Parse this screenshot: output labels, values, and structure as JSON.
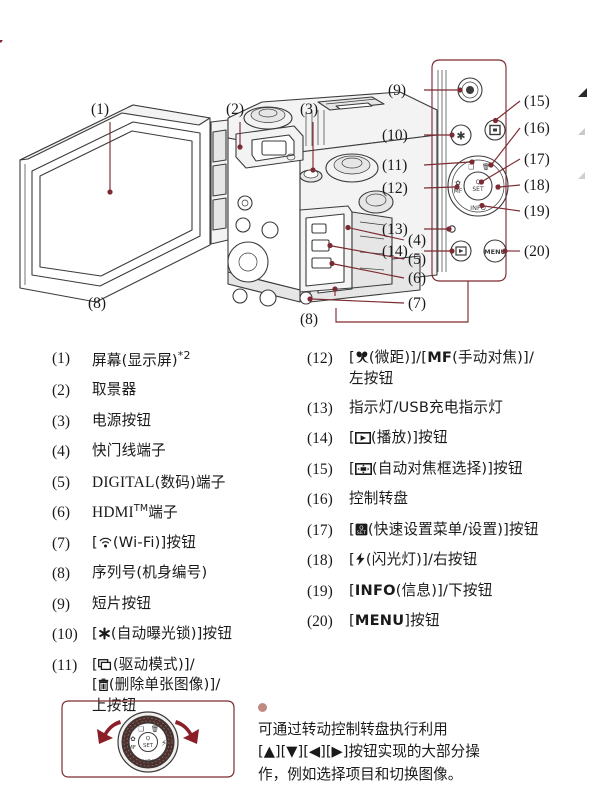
{
  "diagram": {
    "title": "camera-rear-and-side-view",
    "callout_numbers": [
      "(1)",
      "(2)",
      "(3)",
      "(4)",
      "(5)",
      "(6)",
      "(7)",
      "(8)",
      "(9)",
      "(10)",
      "(11)",
      "(12)",
      "(13)",
      "(14)",
      "(15)",
      "(16)",
      "(17)",
      "(18)",
      "(19)",
      "(20)"
    ],
    "colors": {
      "leader_line": "#7d2b32",
      "outline": "#3b3b3b",
      "dial_dark": "#4a2f2c",
      "accent_rose": "#c08a82",
      "arrow_red": "#8a1f28"
    }
  },
  "legend": {
    "left": [
      {
        "num": "(1)",
        "text": "屏幕(显示屏)",
        "sup": "*2"
      },
      {
        "num": "(2)",
        "text": "取景器"
      },
      {
        "num": "(3)",
        "text": "电源按钮"
      },
      {
        "num": "(4)",
        "text": "快门线端子"
      },
      {
        "num": "(5)",
        "text": "DIGITAL(数码)端子",
        "roman_prefix": "DIGITAL",
        "tail": "(数码)端子"
      },
      {
        "num": "(6)",
        "text": "HDMI™端子",
        "roman_prefix": "HDMI",
        "tm": "TM",
        "tail": "端子"
      },
      {
        "num": "(7)",
        "text": "[(Wi-Fi)]按钮",
        "icon": "wifi-icon",
        "tail": "(Wi-Fi)]按钮"
      },
      {
        "num": "(8)",
        "text": "序列号(机身编号)"
      },
      {
        "num": "(9)",
        "text": "短片按钮"
      },
      {
        "num": "(10)",
        "text": "[(自动曝光锁)]按钮",
        "icon": "ae-lock-asterisk-icon",
        "tail": "(自动曝光锁)]按钮"
      },
      {
        "num": "(11)",
        "text": "[(驱动模式)]/[(删除单张图像)]/上按钮",
        "icon": "drive-mode-icon",
        "line1_tail": "(驱动模式)]/",
        "icon2": "trash-icon",
        "line2_tail": "(删除单张图像)]/",
        "line3": "上按钮"
      }
    ],
    "right": [
      {
        "num": "(12)",
        "text": "[(微距)]/[MF(手动对焦)]/左按钮",
        "icon": "macro-flower-icon",
        "line1_tail": "(微距)]/[",
        "bold_mf": "MF",
        "line1_tail2": "(手动对焦)]/",
        "line2": "左按钮"
      },
      {
        "num": "(13)",
        "text": "指示灯/USB充电指示灯"
      },
      {
        "num": "(14)",
        "text": "[(播放)]按钮",
        "icon": "playback-icon",
        "tail": "(播放)]按钮"
      },
      {
        "num": "(15)",
        "text": "[(自动对焦框选择)]按钮",
        "icon": "af-frame-select-icon",
        "tail": "(自动对焦框选择)]按钮"
      },
      {
        "num": "(16)",
        "text": "控制转盘"
      },
      {
        "num": "(17)",
        "text": "[(快速设置菜单/设置)]按钮",
        "icon": "quick-set-menu-icon",
        "tail": "(快速设置菜单/设置)]按钮"
      },
      {
        "num": "(18)",
        "text": "[(闪光灯)]/右按钮",
        "icon": "flash-bolt-icon",
        "tail": "(闪光灯)]/右按钮"
      },
      {
        "num": "(19)",
        "text": "[INFO(信息)]/下按钮",
        "bold_label": "INFO",
        "tail": "(信息)]/下按钮"
      },
      {
        "num": "(20)",
        "text": "[MENU]按钮",
        "bold_label": "MENU",
        "tail": "]按钮"
      }
    ]
  },
  "dial_figure": {
    "name": "control-dial-rotation-figure",
    "labels": [
      "SET",
      "INFO",
      "MF"
    ],
    "arrow_left": "rotate-counterclockwise-arrow",
    "arrow_right": "rotate-clockwise-arrow"
  },
  "note": {
    "bullet": "•",
    "lines": [
      "可通过转动控制转盘执行利用",
      "[▲][▼][◀][▶]按钮实现的大部分操",
      "作，例如选择项目和切换图像。"
    ]
  }
}
